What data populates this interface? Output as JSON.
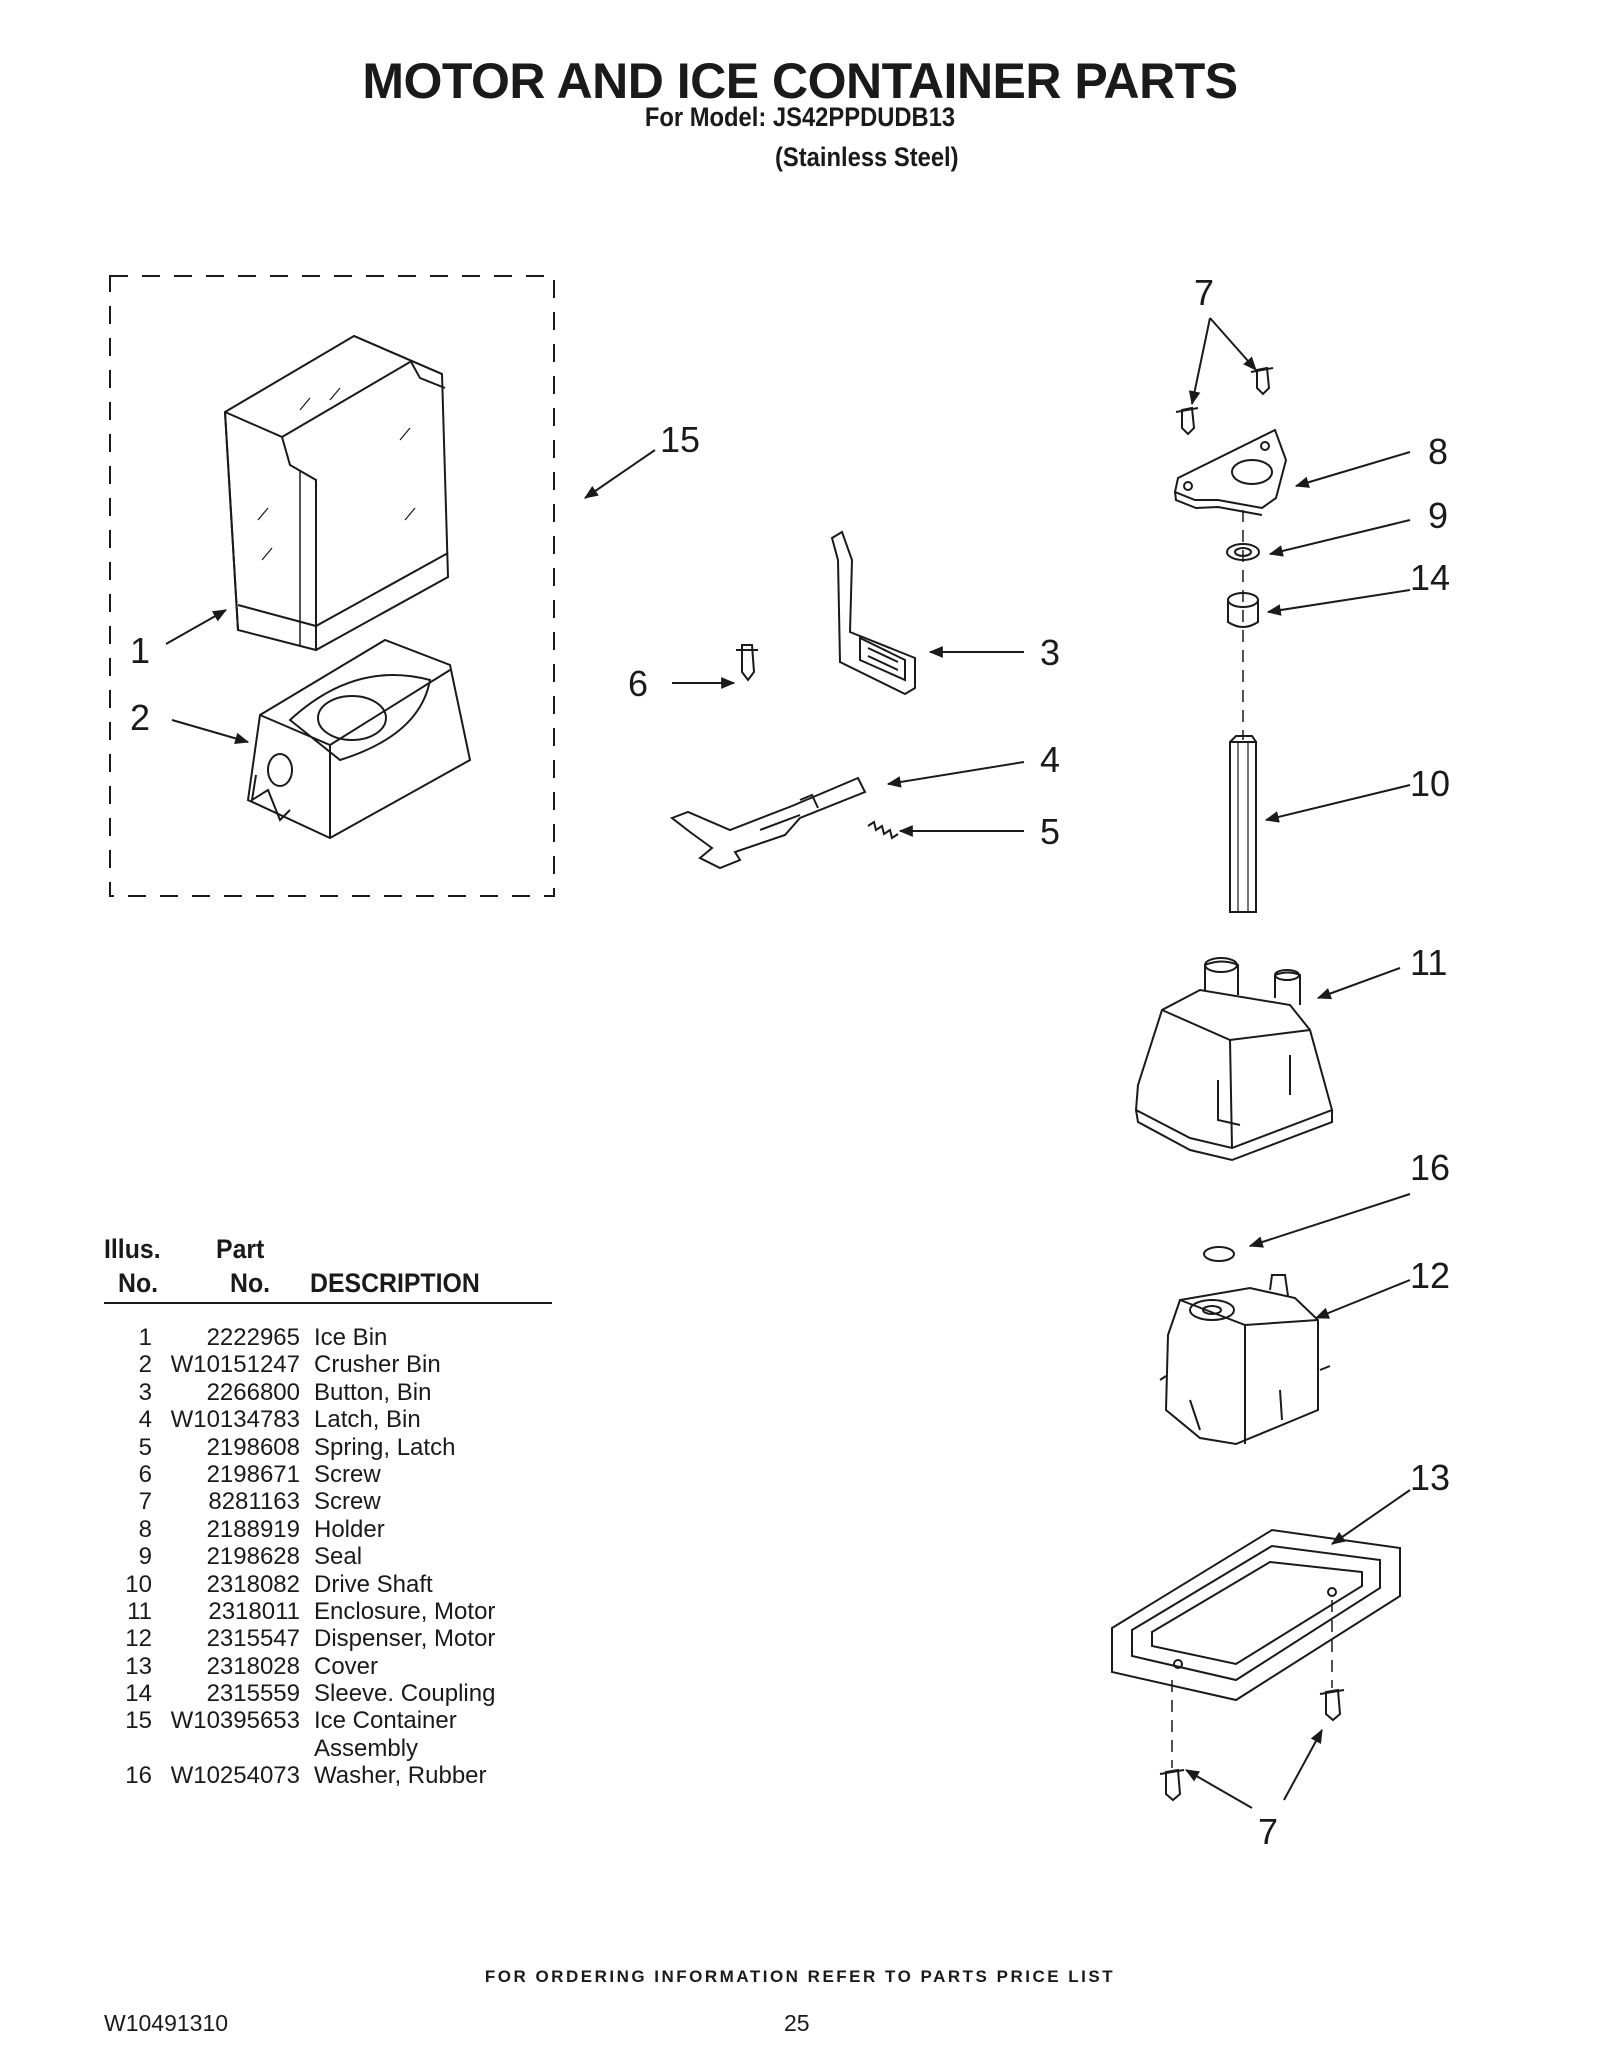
{
  "header": {
    "title": "MOTOR AND ICE CONTAINER PARTS",
    "model_line": "For Model: JS42PPDUDB13",
    "color_line": "(Stainless Steel)"
  },
  "diagram": {
    "callouts": [
      "15",
      "1",
      "2",
      "6",
      "3",
      "4",
      "5",
      "7",
      "8",
      "9",
      "14",
      "10",
      "11",
      "16",
      "12",
      "13",
      "7"
    ]
  },
  "table": {
    "headers": {
      "illus_top": "Illus.",
      "illus_bottom": "No.",
      "part_top": "Part",
      "part_bottom": "No.",
      "description": "DESCRIPTION"
    },
    "rows": [
      {
        "no": "1",
        "part": "2222965",
        "desc": "Ice Bin"
      },
      {
        "no": "2",
        "part": "W10151247",
        "desc": "Crusher Bin"
      },
      {
        "no": "3",
        "part": "2266800",
        "desc": "Button, Bin"
      },
      {
        "no": "4",
        "part": "W10134783",
        "desc": "Latch, Bin"
      },
      {
        "no": "5",
        "part": "2198608",
        "desc": "Spring, Latch"
      },
      {
        "no": "6",
        "part": "2198671",
        "desc": "Screw"
      },
      {
        "no": "7",
        "part": "8281163",
        "desc": "Screw"
      },
      {
        "no": "8",
        "part": "2188919",
        "desc": "Holder"
      },
      {
        "no": "9",
        "part": "2198628",
        "desc": "Seal"
      },
      {
        "no": "10",
        "part": "2318082",
        "desc": "Drive Shaft"
      },
      {
        "no": "11",
        "part": "2318011",
        "desc": "Enclosure, Motor"
      },
      {
        "no": "12",
        "part": "2315547",
        "desc": "Dispenser, Motor"
      },
      {
        "no": "13",
        "part": "2318028",
        "desc": "Cover"
      },
      {
        "no": "14",
        "part": "2315559",
        "desc": "Sleeve. Coupling"
      },
      {
        "no": "15",
        "part": "W10395653",
        "desc": "Ice Container\nAssembly"
      },
      {
        "no": "16",
        "part": "W10254073",
        "desc": "Washer, Rubber"
      }
    ]
  },
  "footer": {
    "ordering_note": "FOR ORDERING INFORMATION REFER TO PARTS PRICE LIST",
    "doc_number": "W10491310",
    "page_number": "25"
  }
}
